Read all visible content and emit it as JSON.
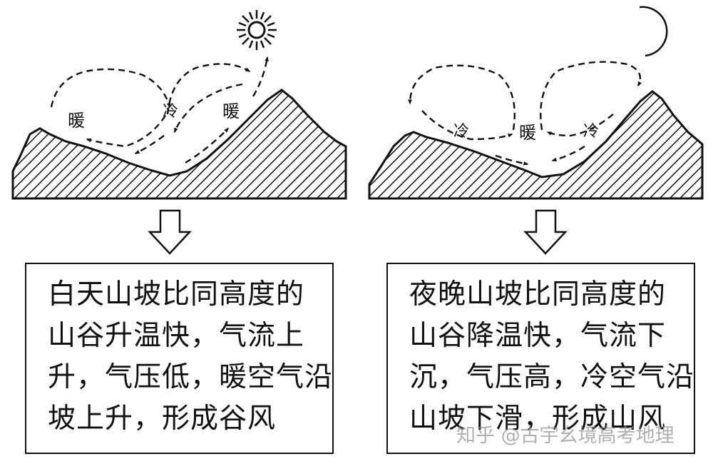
{
  "day": {
    "labels": {
      "warm_left": "暖",
      "cold_mid": "冷",
      "warm_right": "暖"
    },
    "text_lines": [
      "白天山坡比同高度的",
      "山谷升温快，气流上",
      "升，气压低，暖空气沿",
      "坡上升，形成谷风"
    ]
  },
  "night": {
    "labels": {
      "cold_left": "冷",
      "warm_mid": "暖",
      "cold_right": "冷"
    },
    "text_lines": [
      "夜晚山坡比同高度的",
      "山谷降温快，气流下",
      "沉，气压高，冷空气沿",
      "山坡下滑，形成山风"
    ]
  },
  "watermark": "知乎 @古宇幺境高考地理",
  "icons": {
    "day": "sun-icon",
    "night": "crescent-moon-icon",
    "arrow": "down-arrow-icon"
  },
  "colors": {
    "ink": "#111111",
    "watermark": "#969696"
  }
}
